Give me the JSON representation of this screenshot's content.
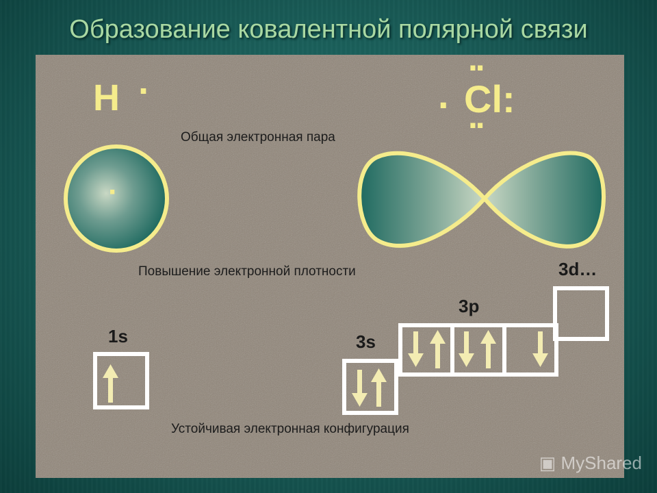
{
  "title": "Образование ковалентной полярной связи",
  "atoms": {
    "h_symbol": "H",
    "h_dot": "·",
    "cl_dot_left": ".",
    "cl_symbol": "Cl:",
    "cl_top_dots": "··",
    "cl_bottom_dots": "··"
  },
  "labels": {
    "shared_pair": "Общая электронная пара",
    "density": "Повышение электронной плотности",
    "stable": "Устойчивая электронная конфигурация"
  },
  "orbitals": {
    "s1": "1s",
    "s3": "3s",
    "p3": "3p",
    "d3": "3d…"
  },
  "s_orbital_dot": "·",
  "watermark": "MyShared",
  "colors": {
    "accent_yellow": "#f5ec8c",
    "orbital_teal": "#2f7f75",
    "panel": "#8f8477",
    "title": "#a9d8a2"
  }
}
